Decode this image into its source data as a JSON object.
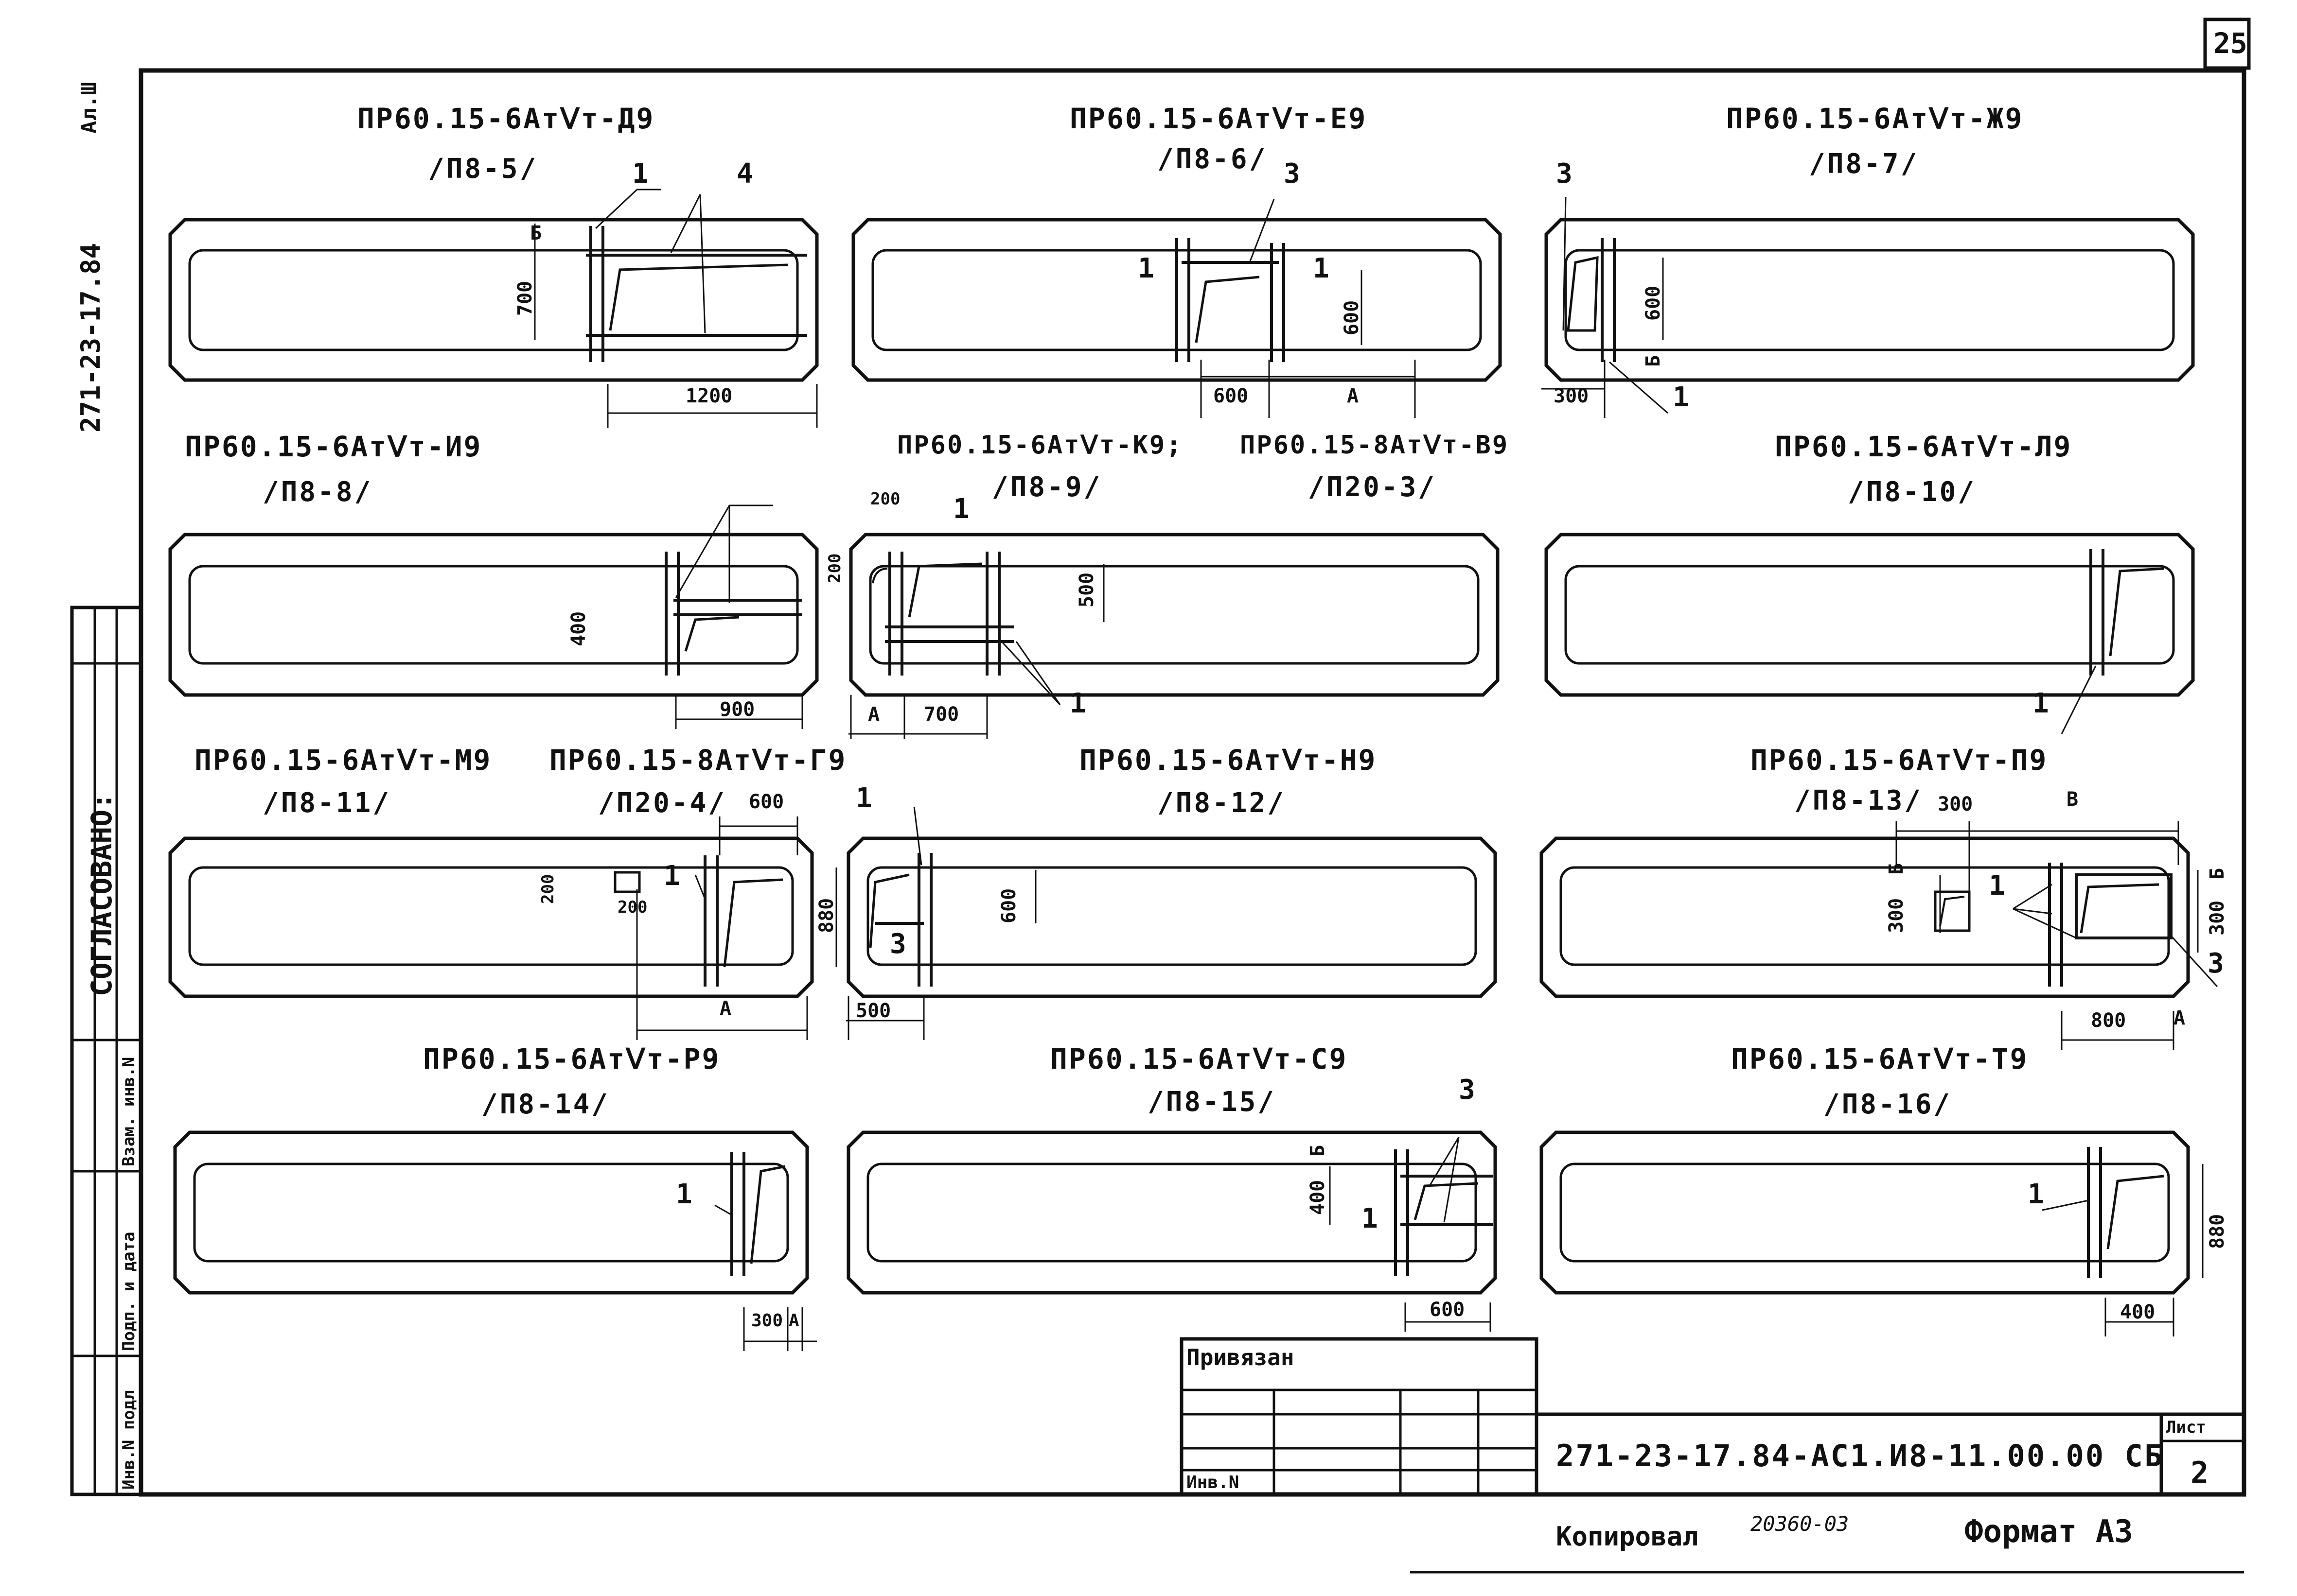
{
  "sheet": {
    "sheet_no_top": "25",
    "format_code": "Ал.Ш",
    "margin_code": "271-23-17.84",
    "agreed": "СОГЛАСОВАНО:",
    "side_columns": [
      "Инв.N подл",
      "Подп. и дата",
      "Взам. инв.N"
    ]
  },
  "panels": [
    {
      "id": "d9",
      "title": "ПР60.15-6АтⅤт-Д9",
      "mark": "/П8-5/"
    },
    {
      "id": "e9",
      "title": "ПР60.15-6АтⅤт-Е9",
      "mark": "/П8-6/"
    },
    {
      "id": "zh9",
      "title": "ПР60.15-6АтⅤт-Ж9",
      "mark": "/П8-7/"
    },
    {
      "id": "i9",
      "title": "ПР60.15-6АтⅤт-И9",
      "mark": "/П8-8/"
    },
    {
      "id": "k9",
      "title": "ПР60.15-6АтⅤт-К9;",
      "mark": "/П8-9/"
    },
    {
      "id": "v9",
      "title": "ПР60.15-8АтⅤт-В9",
      "mark": "/П20-3/"
    },
    {
      "id": "l9",
      "title": "ПР60.15-6АтⅤт-Л9",
      "mark": "/П8-10/"
    },
    {
      "id": "m9",
      "title": "ПР60.15-6АтⅤт-М9",
      "mark": "/П8-11/"
    },
    {
      "id": "g9",
      "title": "ПР60.15-8АтⅤт-Г9",
      "mark": "/П20-4/"
    },
    {
      "id": "n9",
      "title": "ПР60.15-6АтⅤт-Н9",
      "mark": "/П8-12/"
    },
    {
      "id": "p9",
      "title": "ПР60.15-6АтⅤт-П9",
      "mark": "/П8-13/"
    },
    {
      "id": "r9",
      "title": "ПР60.15-6АтⅤт-Р9",
      "mark": "/П8-14/"
    },
    {
      "id": "s9",
      "title": "ПР60.15-6АтⅤт-С9",
      "mark": "/П8-15/"
    },
    {
      "id": "t9",
      "title": "ПР60.15-6АтⅤт-Т9",
      "mark": "/П8-16/"
    }
  ],
  "labels": {
    "b": "Б",
    "a": "А",
    "v": "В",
    "n1": "1",
    "n3": "3",
    "n4": "4",
    "d1200": "1200",
    "d700": "700",
    "d600": "600",
    "d300": "300",
    "d400": "400",
    "d900": "900",
    "d200": "200",
    "d500": "500",
    "d880": "880",
    "d800": "800"
  },
  "titleblock": {
    "privyazan": "Привязан",
    "inv_n": "Инв.N",
    "doc_code": "271-23-17.84-АС1.И8-11.00.00 СБ",
    "list_label": "Лист",
    "list_no": "2"
  },
  "footer": {
    "copied": "Копировал",
    "copy_no": "20360-03",
    "format": "Формат А3"
  }
}
